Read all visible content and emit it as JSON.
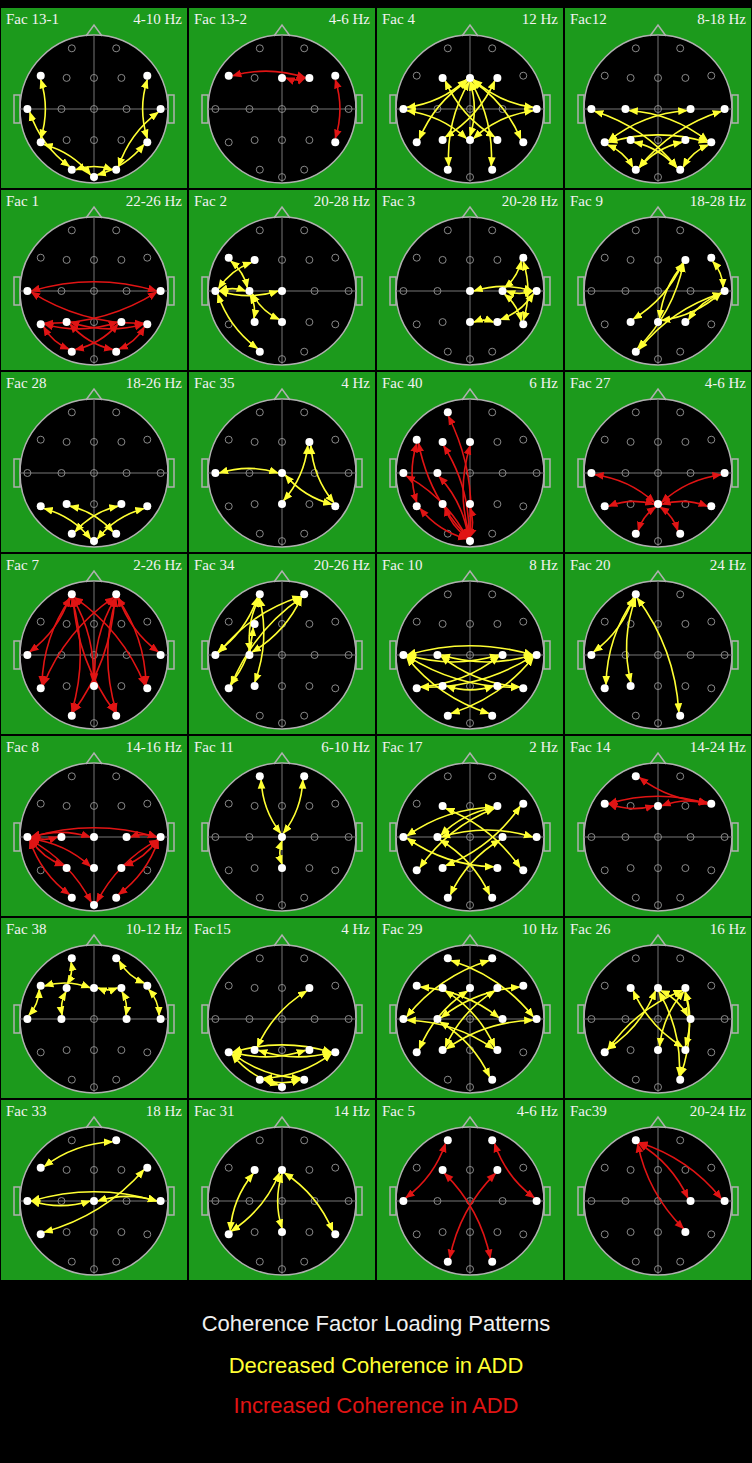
{
  "diagram": {
    "caption": "Coherence Factor Loading Patterns",
    "nodes": [
      {
        "text": [
          "Fac 13-1",
          "4-10 Hz"
        ]
      },
      {
        "text": [
          "Fac 13-2",
          "4-6 Hz"
        ]
      },
      {
        "text": [
          "Fac 4",
          "12 Hz"
        ]
      },
      {
        "text": [
          "Fac12",
          "8-18 Hz"
        ]
      },
      {
        "text": [
          "Fac 1",
          "22-26 Hz"
        ]
      },
      {
        "text": [
          "Fac 2",
          "20-28 Hz"
        ]
      },
      {
        "text": [
          "Fac 3",
          "20-28 Hz"
        ]
      },
      {
        "text": [
          "Fac 9",
          "18-28 Hz"
        ]
      },
      {
        "text": [
          "Fac 28",
          "18-26 Hz"
        ]
      },
      {
        "text": [
          "Fac 35",
          "4 Hz"
        ]
      },
      {
        "text": [
          "Fac 40",
          "6 Hz"
        ]
      },
      {
        "text": [
          "Fac 27",
          "4-6 Hz"
        ]
      },
      {
        "text": [
          "Fac 7",
          "2-26 Hz"
        ]
      },
      {
        "text": [
          "Fac 34",
          "20-26 Hz"
        ]
      },
      {
        "text": [
          "Fac 10",
          "8 Hz"
        ]
      },
      {
        "text": [
          "Fac 20",
          "24 Hz"
        ]
      },
      {
        "text": [
          "Fac 8",
          "14-16 Hz"
        ]
      },
      {
        "text": [
          "Fac 11",
          "6-10 Hz"
        ]
      },
      {
        "text": [
          "Fac 17",
          "2 Hz"
        ]
      },
      {
        "text": [
          "Fac 14",
          "14-24 Hz"
        ]
      },
      {
        "text": [
          "Fac 38",
          "10-12 Hz"
        ]
      },
      {
        "text": [
          "Fac15",
          "4 Hz"
        ]
      },
      {
        "text": [
          "Fac 29",
          "10 Hz"
        ]
      },
      {
        "text": [
          "Fac 26",
          "16 Hz"
        ]
      },
      {
        "text": [
          "Fac 33",
          "18 Hz"
        ]
      },
      {
        "text": [
          "Fac 31",
          "14 Hz"
        ]
      },
      {
        "text": [
          "Fac 5",
          "4-6 Hz"
        ]
      },
      {
        "text": [
          "Fac39",
          "20-24 Hz"
        ]
      }
    ],
    "legend": [
      {
        "text": "Decreased Coherence in ADD",
        "color": "#ffff33"
      },
      {
        "text": "Increased Coherence in ADD",
        "color": "#e01414"
      }
    ]
  }
}
